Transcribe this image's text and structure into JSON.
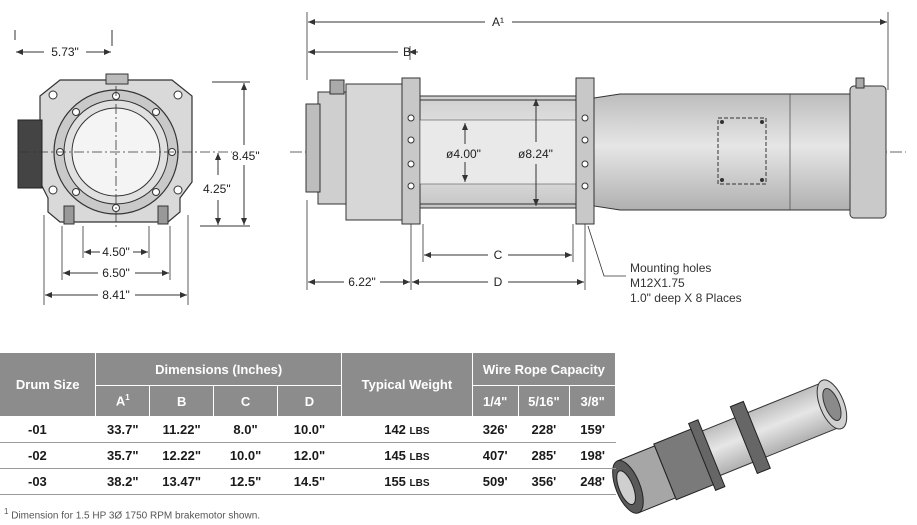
{
  "front_view": {
    "width_top": "5.73\"",
    "height_total": "8.45\"",
    "height_center": "4.25\"",
    "bolt_spacing_inner": "4.50\"",
    "bolt_spacing_outer": "6.50\"",
    "width_overall": "8.41\""
  },
  "side_view": {
    "overall_a": "A¹",
    "dim_b": "B",
    "dim_c": "C",
    "dim_d": "D",
    "offset": "6.22\"",
    "drum_core": "ø4.00\"",
    "drum_flange": "ø8.24\"",
    "note_line1": "Mounting holes",
    "note_line2": "M12X1.75",
    "note_line3": "1.0\" deep X 8 Places"
  },
  "table": {
    "header_drum": "Drum Size",
    "header_dimensions": "Dimensions (Inches)",
    "header_weight": "Typical Weight",
    "header_capacity": "Wire Rope Capacity",
    "col_a": "A",
    "col_a_sup": "1",
    "col_b": "B",
    "col_c": "C",
    "col_d": "D",
    "cap_1": "1/4\"",
    "cap_2": "5/16\"",
    "cap_3": "3/8\"",
    "rows": [
      {
        "drum": "-01",
        "a": "33.7\"",
        "b": "11.22\"",
        "c": "8.0\"",
        "d": "10.0\"",
        "weight": "142",
        "unit": "LBS",
        "r1": "326'",
        "r2": "228'",
        "r3": "159'"
      },
      {
        "drum": "-02",
        "a": "35.7\"",
        "b": "12.22\"",
        "c": "10.0\"",
        "d": "12.0\"",
        "weight": "145",
        "unit": "LBS",
        "r1": "407'",
        "r2": "285'",
        "r3": "198'"
      },
      {
        "drum": "-03",
        "a": "38.2\"",
        "b": "13.47\"",
        "c": "12.5\"",
        "d": "14.5\"",
        "weight": "155",
        "unit": "LBS",
        "r1": "509'",
        "r2": "356'",
        "r3": "248'"
      }
    ]
  },
  "footnote_sup": "1",
  "footnote": " Dimension for 1.5 HP 3Ø 1750 RPM brakemotor shown."
}
